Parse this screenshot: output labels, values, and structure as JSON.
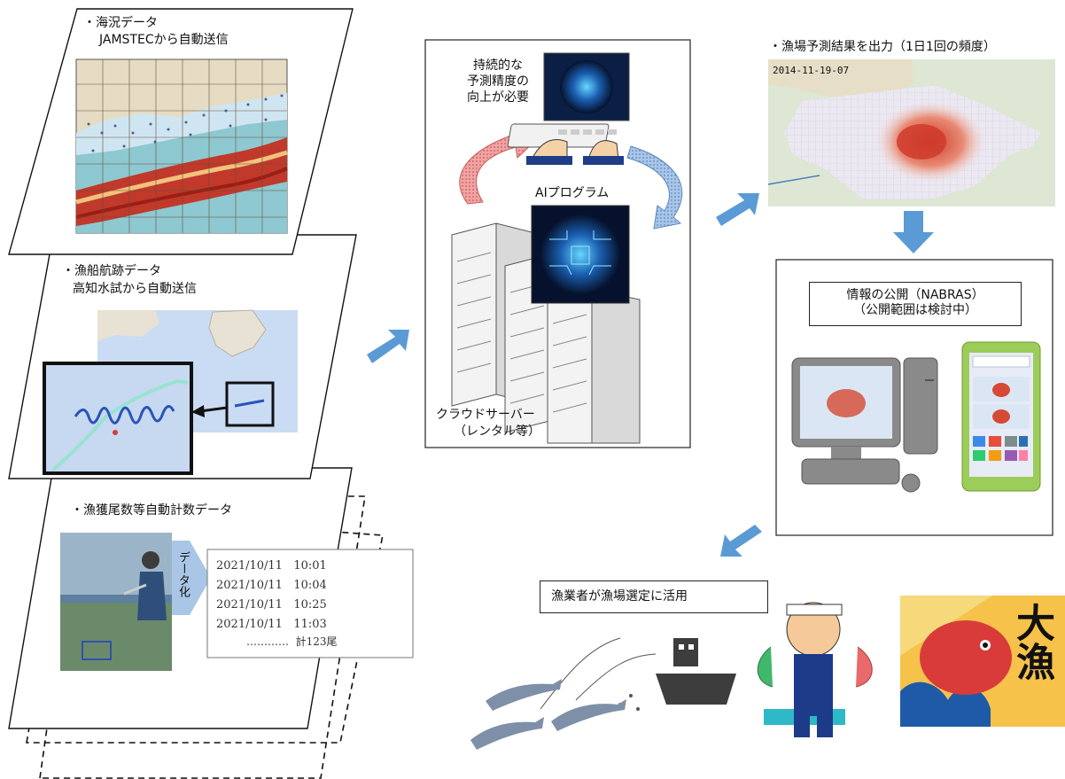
{
  "layer1": {
    "title": "・海況データ",
    "subtitle": "JAMSTECから自動送信"
  },
  "layer2": {
    "title": "・漁船航跡データ",
    "subtitle": "高知水試から自動送信"
  },
  "layer3": {
    "title": "・漁獲尾数等自動計数データ",
    "convert_label": "データ化",
    "counts": [
      "2021/10/11   10:01",
      "2021/10/11   10:04",
      "2021/10/11   10:25",
      "2021/10/11   11:03"
    ],
    "total": "…………  計123尾"
  },
  "ai": {
    "note_line1": "持続的な",
    "note_line2": "予測精度の",
    "note_line3": "向上が必要",
    "program_label": "AIプログラム",
    "server_line1": "クラウドサーバー",
    "server_line2": "（レンタル等）"
  },
  "forecast": {
    "title": "・漁場予測結果を出力（1日1回の頻度）",
    "map_timestamp": "2014-11-19-07"
  },
  "publish": {
    "line1": "情報の公開（NABRAS）",
    "line2": "（公開範囲は検討中）"
  },
  "usage": {
    "label": "漁業者が漁場選定に活用"
  },
  "banner": {
    "text": "大漁"
  },
  "colors": {
    "arrow": "#5b9bd5",
    "map_land": "#d9cfb4",
    "heat": "#d64a35",
    "sea_light": "#c9dcf3"
  }
}
